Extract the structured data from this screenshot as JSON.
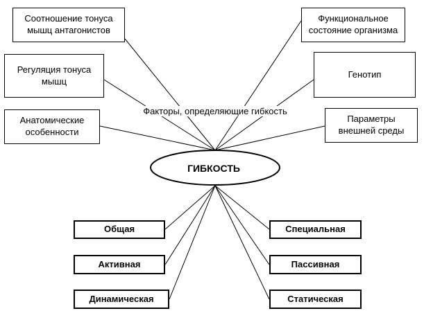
{
  "factors_caption": "Факторы, определяющие гибкость",
  "center": "ГИБКОСТЬ",
  "factors_left": [
    "Соотношение тонуса\nмышц антагонистов",
    "Регуляция тонуса\nмышц",
    "Анатомические\nособенности"
  ],
  "factors_right": [
    "Функциональное\nсостояние организма",
    "Генотип",
    "Параметры\nвнешней среды"
  ],
  "types_left": [
    "Общая",
    "Активная",
    "Динамическая"
  ],
  "types_right": [
    "Специальная",
    "Пассивная",
    "Статическая"
  ]
}
